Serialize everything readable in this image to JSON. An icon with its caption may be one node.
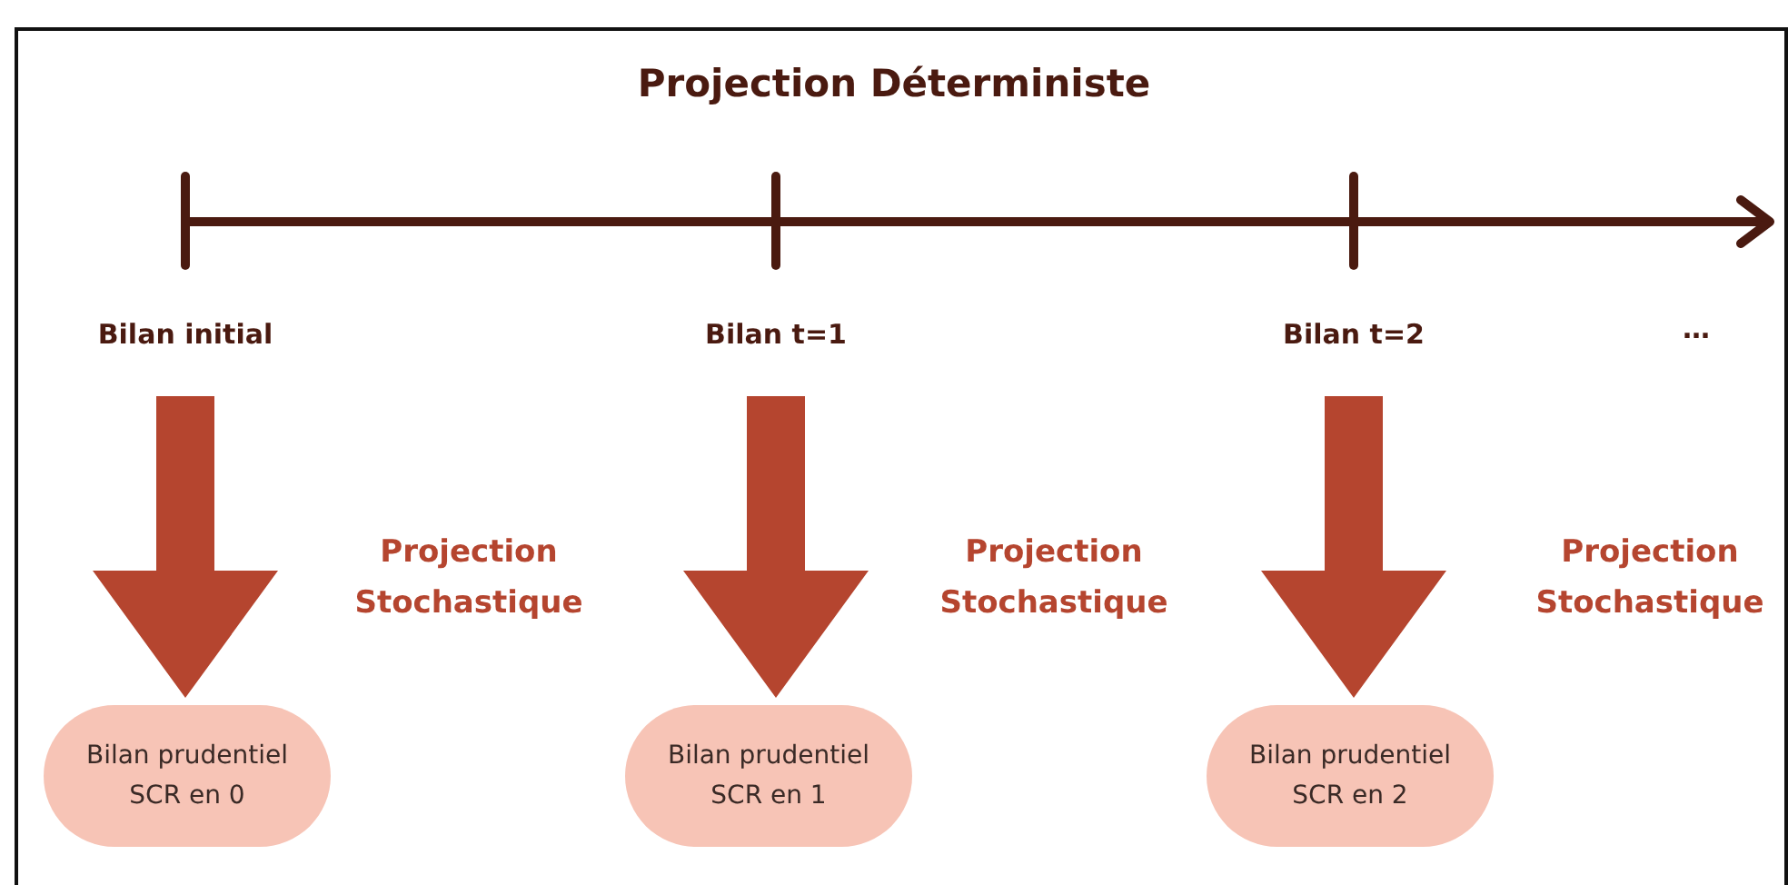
{
  "diagram": {
    "title": "Projection Déterministe",
    "nodes": [
      {
        "text": [
          "Bilan initial"
        ]
      },
      {
        "text": [
          "Bilan t=1"
        ]
      },
      {
        "text": [
          "Bilan t=2"
        ]
      },
      {
        "text": [
          "Bilan prudentiel SCR en 0"
        ]
      },
      {
        "text": [
          "Bilan prudentiel SCR en 1"
        ]
      },
      {
        "text": [
          "Bilan prudentiel SCR en 2"
        ]
      }
    ],
    "edges": [
      {
        "from": 0,
        "to": 3,
        "arrow": "to"
      },
      {
        "from": 1,
        "to": 4,
        "arrow": "to"
      },
      {
        "from": 2,
        "to": 5,
        "arrow": "to"
      }
    ],
    "labels": [
      "…",
      "Projection Stochastique",
      "Projection Stochastique",
      "Projection Stochastique"
    ]
  }
}
